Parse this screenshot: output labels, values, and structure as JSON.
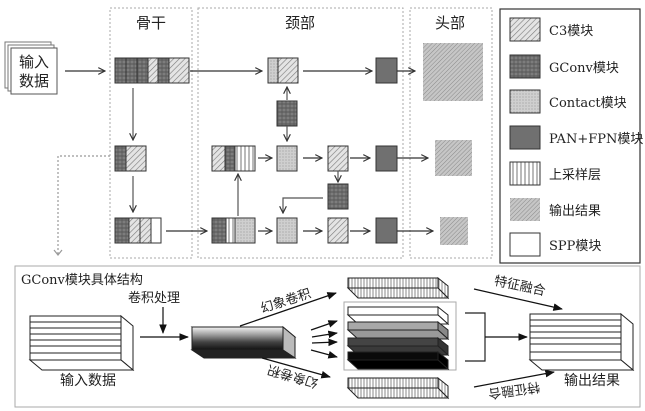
{
  "input_label": [
    "输入",
    "数据"
  ],
  "sections": {
    "backbone": "骨干",
    "neck": "颈部",
    "head": "头部"
  },
  "legend": [
    {
      "key": "c3",
      "label": "C3模块"
    },
    {
      "key": "gconv",
      "label": "GConv模块"
    },
    {
      "key": "contact",
      "label": "Contact模块"
    },
    {
      "key": "panfpn",
      "label": "PAN+FPN模块"
    },
    {
      "key": "upsample",
      "label": "上采样层"
    },
    {
      "key": "output",
      "label": "输出结果"
    },
    {
      "key": "spp",
      "label": "SPP模块"
    }
  ],
  "gconv_detail": {
    "title": "GConv模块具体结构",
    "conv_label": "卷积处理",
    "input_label": "输入数据",
    "ghost_top": "幻象卷积",
    "ghost_bottom": "幻象卷积",
    "fusion_top": "特征融合",
    "fusion_bottom": "特征融合",
    "output_label": "输出结果"
  },
  "colors": {
    "stroke": "#333333",
    "dashed": "#999999",
    "gconv_fill": "#6b6b6b",
    "panfpn_fill": "#707070",
    "contact_fill": "#c8c8c8",
    "c3_fill": "#d4d4d4",
    "output_fill": "#b0b0b0"
  }
}
